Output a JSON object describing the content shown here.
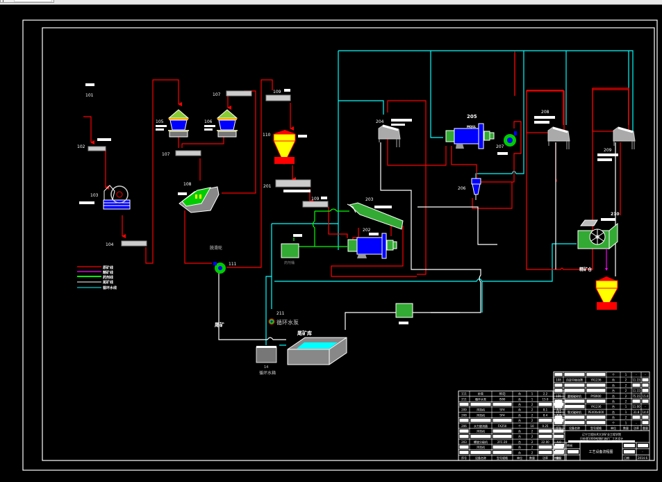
{
  "window": {
    "title": "CAD drawing - 选矿厂工艺流程图"
  },
  "equipment": [
    {
      "id": "101",
      "label": "101",
      "type": "feed-bin"
    },
    {
      "id": "102",
      "label": "102",
      "type": "belt-conveyor"
    },
    {
      "id": "103",
      "label": "103",
      "type": "jaw-crusher"
    },
    {
      "id": "104",
      "label": "104",
      "type": "belt-conveyor"
    },
    {
      "id": "105",
      "label": "105",
      "type": "cone-crusher"
    },
    {
      "id": "106",
      "label": "106",
      "type": "cone-crusher"
    },
    {
      "id": "107a",
      "label": "107",
      "type": "belt-conveyor"
    },
    {
      "id": "107b",
      "label": "107",
      "type": "belt-conveyor"
    },
    {
      "id": "108",
      "label": "108",
      "type": "vibrating-screen"
    },
    {
      "id": "109a",
      "label": "109",
      "type": "belt-conveyor"
    },
    {
      "id": "110",
      "label": "110",
      "type": "powder-bin"
    },
    {
      "id": "201",
      "label": "201",
      "type": "belt-feeder"
    },
    {
      "id": "109b",
      "label": "109",
      "type": "belt-conveyor"
    },
    {
      "id": "202",
      "label": "202",
      "type": "ball-mill"
    },
    {
      "id": "203",
      "label": "203",
      "type": "spiral-classifier"
    },
    {
      "id": "204",
      "label": "204",
      "type": "flotation-cell"
    },
    {
      "id": "205",
      "label": "205",
      "type": "ball-mill"
    },
    {
      "id": "206",
      "label": "206",
      "type": "hydrocyclone"
    },
    {
      "id": "207",
      "label": "207",
      "type": "slurry-pump"
    },
    {
      "id": "208",
      "label": "208",
      "type": "flotation-cell"
    },
    {
      "id": "209",
      "label": "209",
      "type": "flotation-cell"
    },
    {
      "id": "210",
      "label": "210",
      "type": "filter"
    },
    {
      "id": "111",
      "label": "111",
      "type": "sand-pump"
    },
    {
      "id": "211",
      "label": "211",
      "type": "circulating-pump"
    }
  ],
  "labels": {
    "sand_wheel": "脱滑轮",
    "circ_pump": "循环水泵",
    "tailings_pond": "尾矿库",
    "tailings": "尾矿",
    "concentrate_bin": "精矿仓",
    "water_tank_no": "14",
    "water_tank": "循环水箱",
    "reagent_tank": "药剂桶",
    "mill_205_sub": "MQGL"
  },
  "legend": [
    {
      "label": "原矿线",
      "color": "#ff0000"
    },
    {
      "label": "精矿线",
      "color": "#ff00ff"
    },
    {
      "label": "药剂线",
      "color": "#00ff00"
    },
    {
      "label": "尾矿线",
      "color": "#ffffff"
    },
    {
      "label": "循环水线",
      "color": "#00ffff"
    }
  ],
  "colors": {
    "ore_line": "#ff0000",
    "concentrate_line": "#ff00ff",
    "reagent_line": "#00ff00",
    "tailings_line": "#ffffff",
    "water_line": "#00ffff",
    "background": "#000000"
  },
  "bom_left": {
    "rows": [
      [
        "111",
        "砂泵",
        "80ZJ",
        "台",
        "1",
        "2.2",
        "-"
      ],
      [
        "211",
        "循环水泵",
        "IS80",
        "台",
        "1",
        "15.0",
        "-"
      ],
      [
        "",
        "",
        "",
        "台",
        "2",
        "",
        ""
      ],
      [
        "209",
        "浮选机",
        "SF4",
        "台",
        "2",
        "8.1",
        "8.1"
      ],
      [
        "208",
        "浮选机",
        "SF4",
        "台",
        "2",
        "8.4",
        "8.8"
      ],
      [
        "",
        "",
        "",
        "台",
        "2",
        "",
        ""
      ],
      [
        "206",
        "水力旋流器",
        "FX250",
        "个",
        "10",
        "0.25",
        "-"
      ],
      [
        "",
        "浮选机",
        "",
        "台",
        "2",
        "",
        ""
      ],
      [
        "",
        "",
        "",
        "台",
        "2",
        "",
        ""
      ],
      [
        "203",
        "螺旋分级机",
        "2FC-20",
        "台",
        "2",
        "22.00",
        "4.0"
      ],
      [
        "",
        "浮选机",
        "",
        "台",
        "2",
        "",
        ""
      ],
      [
        "",
        "",
        "",
        "台",
        "2",
        "",
        ""
      ]
    ],
    "header": [
      "序号",
      "设备名称",
      "型号规格",
      "单位",
      "数量",
      "功率",
      "重量"
    ]
  },
  "bom_right": {
    "rows": [
      [
        "",
        "",
        "",
        "个",
        "1",
        "-",
        "-"
      ],
      [
        "108",
        "自定中振动筛",
        "YA1236",
        "台",
        "2",
        "11.15",
        ""
      ],
      [
        "",
        "",
        "",
        "台",
        "2",
        "",
        ""
      ],
      [
        "",
        "",
        "",
        "台",
        "2",
        "11.15",
        ""
      ],
      [
        "106",
        "圆锥破碎机",
        "PYB900",
        "台",
        "2",
        "75.15",
        "15.0"
      ],
      [
        "",
        "",
        "",
        "台",
        "2",
        "",
        ""
      ],
      [
        "",
        "",
        "YA1236",
        "台",
        "1",
        "11.00",
        "-"
      ],
      [
        "103",
        "颚式破碎机",
        "PE400x600",
        "台",
        "1",
        "31.8",
        "14.0"
      ],
      [
        "",
        "",
        "",
        "台",
        "2",
        "",
        ""
      ],
      [
        "",
        "",
        "",
        "个",
        "1",
        "-",
        ""
      ]
    ],
    "header": [
      "序号",
      "设备名称",
      "型号规格",
      "单位",
      "数量",
      "功率",
      "重量"
    ]
  },
  "title_block": {
    "school": "辽宁工程技术大学矿业工程学院",
    "project": "日处理1000吨铜矿选矿厂工艺设计",
    "drawing_title": "工艺设备流程图",
    "designer_label": "设计",
    "check_label": "审阅",
    "review_label": "审核",
    "date_label": "日期",
    "date_value": "2014.6",
    "scale_value": "-"
  }
}
